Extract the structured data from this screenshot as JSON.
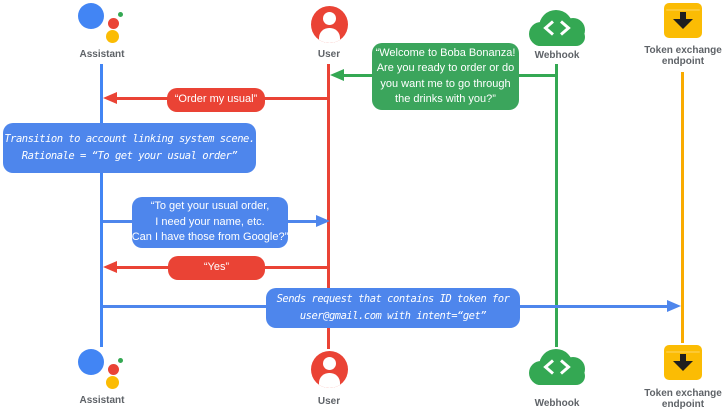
{
  "diagram_type": "sequence-diagram",
  "colors": {
    "blue_box": "#4e86ec",
    "blue_lifeline": "#4285f4",
    "red": "#ea4335",
    "green_box": "#3ba55c",
    "green_line": "#34a853",
    "yellow_line": "#f9ab00",
    "yellow_icon": "#fbbc04",
    "label_gray": "#5f6368",
    "message_text": "#ffffff"
  },
  "icons": {
    "assistant": "google-assistant-dots",
    "user": "person-circle",
    "webhook": "cloud-code-brackets",
    "token_endpoint": "box-download-arrow"
  },
  "actors": {
    "assistant": {
      "label": "Assistant"
    },
    "user": {
      "label": "User"
    },
    "webhook": {
      "label": "Webhook"
    },
    "token_endpoint": {
      "label_line1": "Token exchange",
      "label_line2": "endpoint"
    }
  },
  "messages": {
    "welcome": {
      "arrow": "webhook-to-user",
      "lines": [
        "“Welcome to Boba Bonanza!",
        "Are you ready to order or do",
        "you want me to go through",
        "the drinks with you?”"
      ]
    },
    "order_usual": {
      "arrow": "user-to-assistant",
      "text": "“Order my usual”"
    },
    "transition_note": {
      "arrow": "none",
      "lines": [
        "Transition to account linking system scene.",
        "Rationale = “To get your usual order”"
      ]
    },
    "ask_google": {
      "arrow": "assistant-to-user",
      "lines": [
        "“To get your usual order,",
        "I need your name, etc.",
        "Can I have those from Google?”"
      ]
    },
    "yes": {
      "arrow": "user-to-assistant",
      "text": "“Yes”"
    },
    "send_request": {
      "arrow": "assistant-to-token-endpoint",
      "lines": [
        "Sends request that contains ID token for",
        "user@gmail.com with intent=“get”"
      ]
    }
  }
}
